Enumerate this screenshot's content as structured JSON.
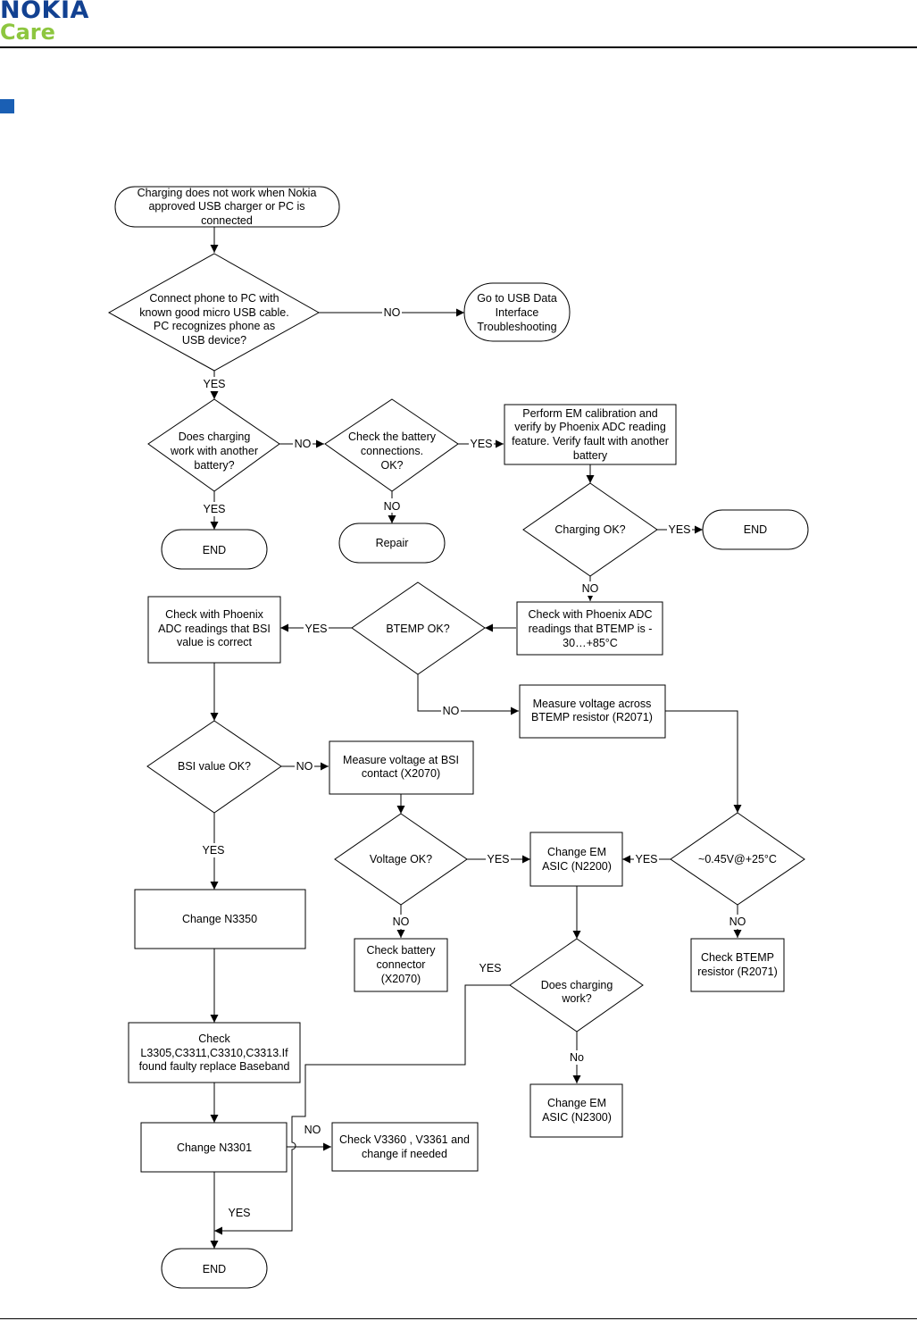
{
  "header": {
    "brand": "NOKIA",
    "sub_brand": "Care",
    "brand_color": "#124191",
    "sub_brand_color": "#8dc63f",
    "section_marker_color": "#1a5fb4"
  },
  "flowchart": {
    "start": [
      "Charging does not work when Nokia",
      "approved USB charger or PC is",
      "connected"
    ],
    "connect_pc": [
      "Connect phone to PC with",
      "known good micro USB cable.",
      "PC recognizes phone as",
      "USB device?"
    ],
    "usb_troubleshooting": [
      "Go to USB Data",
      "Interface",
      "Troubleshooting"
    ],
    "another_battery": [
      "Does charging",
      "work with another",
      "battery?"
    ],
    "battery_connections": [
      "Check the battery",
      "connections.",
      "OK?"
    ],
    "em_calibration": [
      "Perform EM calibration and",
      "verify by Phoenix  ADC reading",
      "feature. Verify fault with another",
      "battery"
    ],
    "end_1": "END",
    "repair": "Repair",
    "charging_ok": "Charging OK?",
    "end_2": "END",
    "btemp_check": [
      "Check with Phoenix ADC",
      "readings that BTEMP is -",
      "30…+85°C"
    ],
    "btemp_ok": "BTEMP OK?",
    "bsi_check": [
      "Check with Phoenix",
      "ADC readings that BSI",
      "value is correct"
    ],
    "measure_btemp": [
      "Measure voltage across",
      "BTEMP resistor (R2071)"
    ],
    "bsi_ok": "BSI value OK?",
    "measure_bsi": [
      "Measure voltage at BSI",
      "contact (X2070)"
    ],
    "voltage_ok": "Voltage OK?",
    "change_em_n2200": [
      "Change EM",
      "ASIC (N2200)"
    ],
    "voltage_025": "~0.45V@+25°C",
    "change_n3350": "Change N3350",
    "check_connector": [
      "Check battery",
      "connector",
      "(X2070)"
    ],
    "check_btemp_resistor": [
      "Check BTEMP",
      "resistor (R2071)"
    ],
    "does_charging_work": [
      "Does charging",
      "work?"
    ],
    "check_l3305": [
      "Check",
      "L3305,C3311,C3310,C3313.If",
      "found faulty replace Baseband"
    ],
    "change_em_n2300": [
      "Change EM",
      "ASIC (N2300)"
    ],
    "change_n3301": "Change N3301",
    "check_v3360": [
      "Check V3360 , V3361 and",
      "change if needed"
    ],
    "end_3": "END",
    "labels": {
      "no": "NO",
      "yes": "YES",
      "no_lower": "No"
    }
  }
}
